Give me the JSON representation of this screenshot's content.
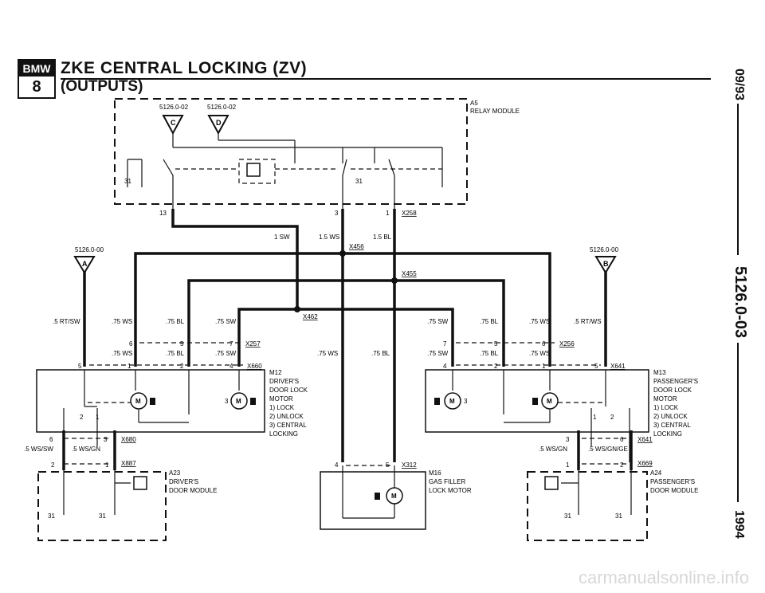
{
  "header": {
    "logo_top": "BMW",
    "logo_num": "8",
    "title": "ZKE CENTRAL LOCKING (ZV)",
    "subtitle": "(OUTPUTS)"
  },
  "side": {
    "date": "09/93",
    "code": "5126.0-03",
    "year": "1994"
  },
  "footer": {
    "watermark": "carmanualsonline.info"
  },
  "diagram": {
    "a5": {
      "id": "A5",
      "name": "RELAY MODULE",
      "ref_c": "5126.0-02",
      "ref_d": "5126.0-02",
      "letter_c": "C",
      "letter_d": "D"
    },
    "refs": {
      "left": "5126.0-00",
      "right": "5126.0-00",
      "letter_a": "A",
      "letter_b": "B"
    },
    "pins": {
      "p13": "13",
      "p3": "3",
      "p1": "1",
      "x258": "X258",
      "gnd31": "31"
    },
    "wires_top": {
      "w1sw": "1 SW",
      "w15ws": "1.5 WS",
      "w15bl": "1.5 BL",
      "x456": "X456",
      "x455": "X455",
      "x462": "X462"
    },
    "left_wires": {
      "rtsw": ".5 RT/SW",
      "ws": ".75 WS",
      "bl": ".75 BL",
      "sw": ".75 SW",
      "p6": "6",
      "p5": "5",
      "p7": "7",
      "x257": "X257",
      "pin5": "5",
      "pin1": "1",
      "pin2": "2",
      "pin4": "4",
      "x660": "X660"
    },
    "m12": {
      "id": "M12",
      "lines": [
        "DRIVER'S",
        "DOOR LOCK",
        "MOTOR",
        "1)  LOCK",
        "2)  UNLOCK",
        "3)  CENTRAL",
        "     LOCKING"
      ],
      "motor": "M",
      "n3": "3",
      "n2": "2",
      "n1": "1"
    },
    "left_lower": {
      "p6": "6",
      "p3": "3",
      "x680": "X680",
      "wswsw": ".5 WS/SW",
      "wswsgn": ".5 WS/GN",
      "p2": "2",
      "p1": "1",
      "x887": "X887"
    },
    "a23": {
      "id": "A23",
      "line1": "DRIVER'S",
      "line2": "DOOR MODULE",
      "g1": "31",
      "g2": "31"
    },
    "center": {
      "ws": ".75 WS",
      "bl": ".75 BL",
      "p4": "4",
      "p5": "5",
      "x312": "X312"
    },
    "m16": {
      "id": "M16",
      "line1": "GAS FILLER",
      "line2": "LOCK MOTOR",
      "motor": "M"
    },
    "right_wires": {
      "sw": ".75 SW",
      "bl": ".75 BL",
      "ws": ".75 WS",
      "rtws": ".5 RT/WS",
      "p7": "7",
      "p5": "5",
      "p6": "6",
      "x256": "X256",
      "pin4": "4",
      "pin2": "2",
      "pin1": "1",
      "pin5": "5",
      "x641": "X641"
    },
    "m13": {
      "id": "M13",
      "lines": [
        "PASSENGER'S",
        "DOOR LOCK",
        "MOTOR",
        "1)  LOCK",
        "2)  UNLOCK",
        "3)  CENTRAL",
        "     LOCKING"
      ],
      "motor": "M",
      "n3": "3",
      "n1": "1",
      "n2": "2"
    },
    "right_lower": {
      "p3": "3",
      "p6": "6",
      "x641b": "X641",
      "wsgn": ".5 WS/GN",
      "wsgnge": ".5 WS/GN/GE",
      "p1": "1",
      "p2": "2",
      "x669": "X669"
    },
    "a24": {
      "id": "A24",
      "line1": "PASSENGER'S",
      "line2": "DOOR MODULE",
      "g1": "31",
      "g2": "31"
    }
  }
}
